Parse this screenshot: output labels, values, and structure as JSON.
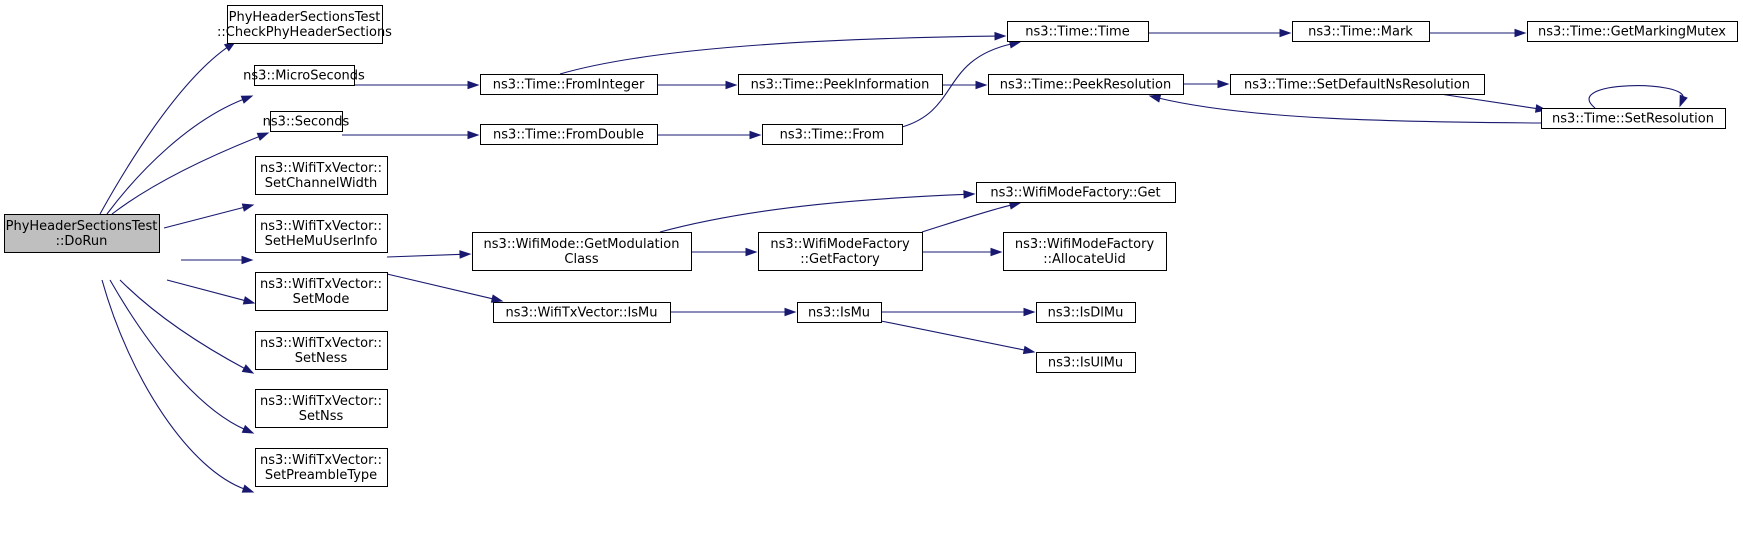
{
  "diagram": {
    "nodes": [
      {
        "id": "dorun",
        "lines": [
          "PhyHeaderSectionsTest",
          "::DoRun"
        ],
        "root": true
      },
      {
        "id": "check",
        "lines": [
          "PhyHeaderSectionsTest",
          "::CheckPhyHeaderSections"
        ]
      },
      {
        "id": "micro",
        "lines": [
          "ns3::MicroSeconds"
        ]
      },
      {
        "id": "seconds",
        "lines": [
          "ns3::Seconds"
        ]
      },
      {
        "id": "setchw",
        "lines": [
          "ns3::WifiTxVector::",
          "SetChannelWidth"
        ]
      },
      {
        "id": "sethemu",
        "lines": [
          "ns3::WifiTxVector::",
          "SetHeMuUserInfo"
        ]
      },
      {
        "id": "setmode",
        "lines": [
          "ns3::WifiTxVector::",
          "SetMode"
        ]
      },
      {
        "id": "setness",
        "lines": [
          "ns3::WifiTxVector::",
          "SetNess"
        ]
      },
      {
        "id": "setnss",
        "lines": [
          "ns3::WifiTxVector::",
          "SetNss"
        ]
      },
      {
        "id": "setpre",
        "lines": [
          "ns3::WifiTxVector::",
          "SetPreambleType"
        ]
      },
      {
        "id": "fromint",
        "lines": [
          "ns3::Time::FromInteger"
        ]
      },
      {
        "id": "fromdbl",
        "lines": [
          "ns3::Time::FromDouble"
        ]
      },
      {
        "id": "getmod",
        "lines": [
          "ns3::WifiMode::GetModulation",
          "Class"
        ]
      },
      {
        "id": "txismu",
        "lines": [
          "ns3::WifiTxVector::IsMu"
        ]
      },
      {
        "id": "peekinfo",
        "lines": [
          "ns3::Time::PeekInformation"
        ]
      },
      {
        "id": "from",
        "lines": [
          "ns3::Time::From"
        ]
      },
      {
        "id": "getfactory",
        "lines": [
          "ns3::WifiModeFactory",
          "::GetFactory"
        ]
      },
      {
        "id": "ismu",
        "lines": [
          "ns3::IsMu"
        ]
      },
      {
        "id": "time",
        "lines": [
          "ns3::Time::Time"
        ]
      },
      {
        "id": "peekres",
        "lines": [
          "ns3::Time::PeekResolution"
        ]
      },
      {
        "id": "wmfget",
        "lines": [
          "ns3::WifiModeFactory::Get"
        ]
      },
      {
        "id": "alloc",
        "lines": [
          "ns3::WifiModeFactory",
          "::AllocateUid"
        ]
      },
      {
        "id": "isdlmu",
        "lines": [
          "ns3::IsDlMu"
        ]
      },
      {
        "id": "isulmu",
        "lines": [
          "ns3::IsUlMu"
        ]
      },
      {
        "id": "mark",
        "lines": [
          "ns3::Time::Mark"
        ]
      },
      {
        "id": "setdef",
        "lines": [
          "ns3::Time::SetDefaultNsResolution"
        ]
      },
      {
        "id": "getmutex",
        "lines": [
          "ns3::Time::GetMarkingMutex"
        ]
      },
      {
        "id": "setres",
        "lines": [
          "ns3::Time::SetResolution"
        ]
      }
    ],
    "edges": [
      {
        "from": "dorun",
        "to": "check"
      },
      {
        "from": "dorun",
        "to": "micro"
      },
      {
        "from": "dorun",
        "to": "seconds"
      },
      {
        "from": "dorun",
        "to": "setchw"
      },
      {
        "from": "dorun",
        "to": "sethemu"
      },
      {
        "from": "dorun",
        "to": "setmode"
      },
      {
        "from": "dorun",
        "to": "setness"
      },
      {
        "from": "dorun",
        "to": "setnss"
      },
      {
        "from": "dorun",
        "to": "setpre"
      },
      {
        "from": "micro",
        "to": "fromint"
      },
      {
        "from": "seconds",
        "to": "fromdbl"
      },
      {
        "from": "sethemu",
        "to": "getmod"
      },
      {
        "from": "sethemu",
        "to": "txismu"
      },
      {
        "from": "fromint",
        "to": "time"
      },
      {
        "from": "fromint",
        "to": "peekinfo"
      },
      {
        "from": "fromdbl",
        "to": "from"
      },
      {
        "from": "peekinfo",
        "to": "peekres"
      },
      {
        "from": "from",
        "to": "time"
      },
      {
        "from": "getmod",
        "to": "wmfget"
      },
      {
        "from": "getmod",
        "to": "getfactory"
      },
      {
        "from": "getfactory",
        "to": "wmfget"
      },
      {
        "from": "getfactory",
        "to": "alloc"
      },
      {
        "from": "txismu",
        "to": "ismu"
      },
      {
        "from": "ismu",
        "to": "isdlmu"
      },
      {
        "from": "ismu",
        "to": "isulmu"
      },
      {
        "from": "time",
        "to": "mark"
      },
      {
        "from": "mark",
        "to": "getmutex"
      },
      {
        "from": "peekres",
        "to": "setdef"
      },
      {
        "from": "setdef",
        "to": "setres"
      },
      {
        "from": "setres",
        "to": "peekres"
      },
      {
        "from": "setres",
        "to": "setres"
      }
    ],
    "colors": {
      "edge": "#191970",
      "root_fill": "#bfbfbf",
      "node_fill": "#ffffff",
      "node_border": "#000000"
    }
  }
}
